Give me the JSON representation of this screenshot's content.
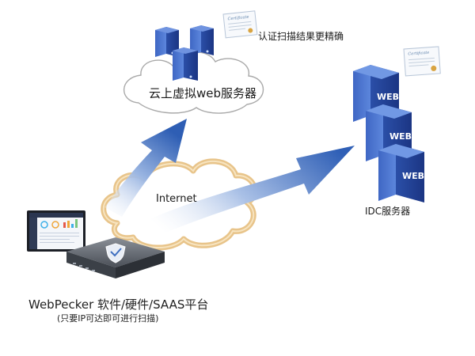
{
  "labels": {
    "certified_scan": "认证扫描结果更精确",
    "cloud_servers": "云上虚拟web服务器",
    "internet": "Internet",
    "idc_servers": "IDC服务器",
    "webpecker": "WebPecker 软件/硬件/SAAS平台",
    "webpecker_note": "(只要IP可达即可进行扫描)"
  },
  "server_badge": "WEB",
  "certificate_text": "Certificate",
  "icons": [
    "server-icon",
    "certificate-icon",
    "cloud-icon",
    "dashboard-monitor-icon",
    "appliance-icon",
    "shield-icon"
  ],
  "colors": {
    "server_blue": "#1f3f8f",
    "arrow_blue": "#3f6fc0",
    "cloud_outline": "#e8c48a",
    "text": "#1a1a1a"
  }
}
